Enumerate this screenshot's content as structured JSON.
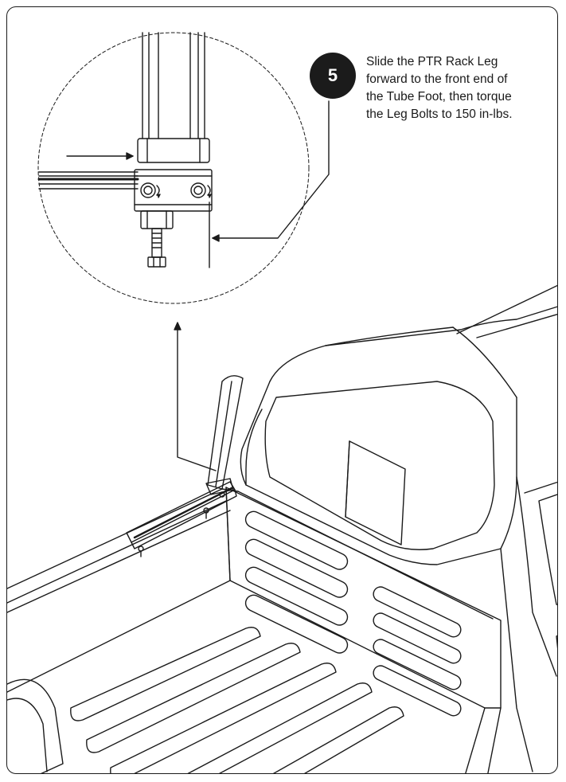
{
  "step": {
    "number": "5",
    "instruction_lines": [
      "Slide the PTR Rack Leg",
      "forward to the front end of",
      "the Tube Foot, then torque",
      "the Leg Bolts to 150 in-lbs."
    ]
  },
  "colors": {
    "line": "#1a1a1a",
    "badge": "#1b1b1b",
    "badge_text": "#ffffff",
    "background": "#ffffff"
  }
}
